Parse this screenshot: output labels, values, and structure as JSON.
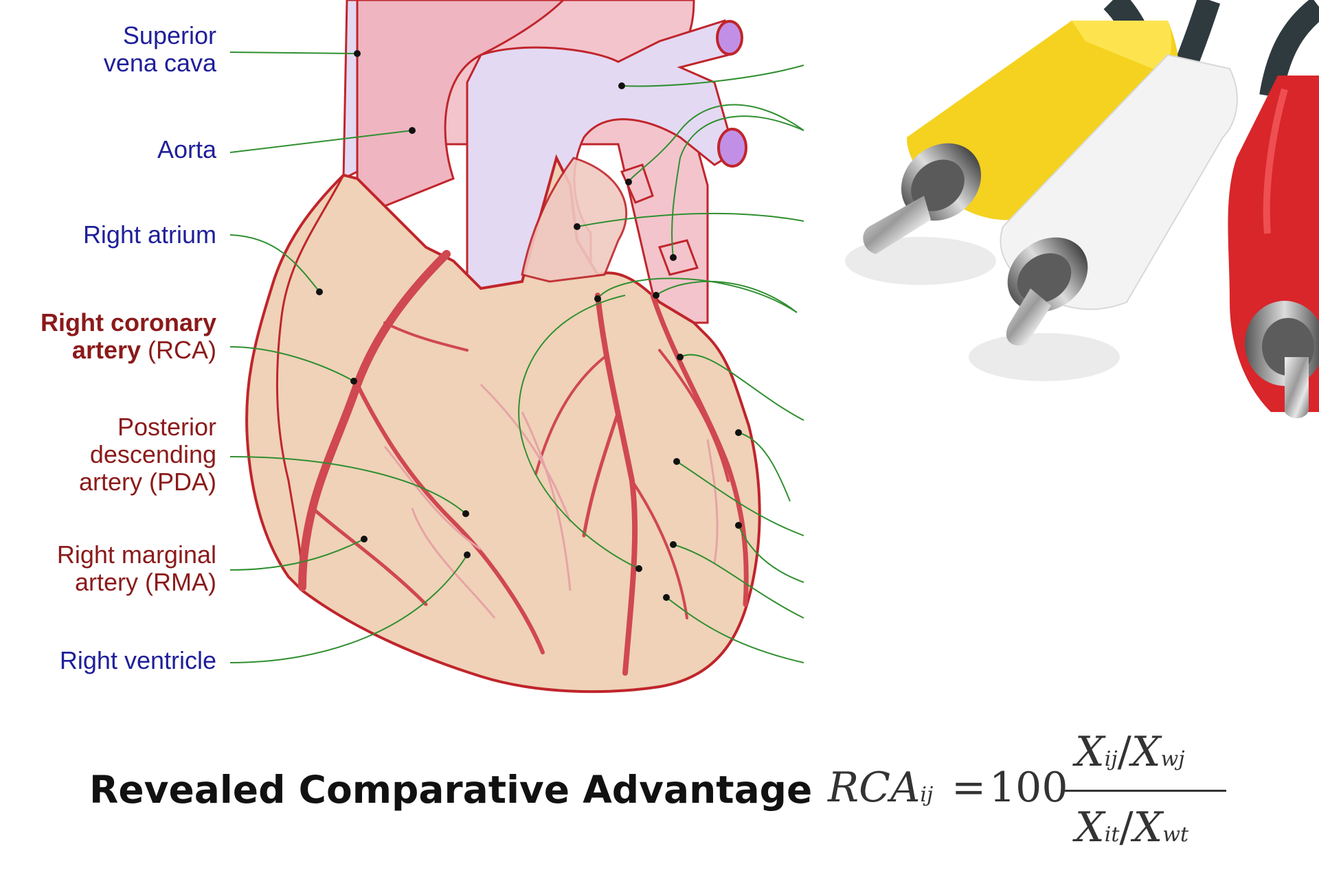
{
  "labels": {
    "superior_vena_cava": [
      "Superior",
      "vena cava"
    ],
    "aorta": "Aorta",
    "right_atrium": "Right atrium",
    "rca": {
      "bold_line1": "Right coronary",
      "bold_line2": "artery",
      "abbr": " (RCA)"
    },
    "pda": [
      "Posterior",
      "descending",
      "artery (PDA)"
    ],
    "rma": [
      "Right marginal",
      "artery (RMA)"
    ],
    "right_ventricle": "Right ventricle"
  },
  "footer": {
    "title": "Revealed Comparative Advantage",
    "formula": {
      "lhs": "RCA",
      "lhs_sub": "ij",
      "equals": "=",
      "coefficient": "100",
      "num_a": "X",
      "num_a_sub": "ij",
      "num_slash": "/",
      "num_b": "X",
      "num_b_sub": "wj",
      "den_a": "X",
      "den_a_sub": "it",
      "den_slash": "/",
      "den_b": "X",
      "den_b_sub": "wt"
    }
  },
  "colors": {
    "label_blue": "#1f1f9a",
    "label_red": "#8b1a1a",
    "heart_fill": "#efd2b8",
    "heart_outline": "#c0252b",
    "vessel_lavender": "#e3d9f3",
    "vessel_pink": "#f3c4cc",
    "leader_green": "#2f8f2f",
    "plug_yellow": "#f4d21f",
    "plug_white": "#f3f3f3",
    "plug_red": "#d8262b"
  },
  "icons": {
    "heart": "heart-diagram-icon",
    "cables": "rca-cable-icon"
  }
}
